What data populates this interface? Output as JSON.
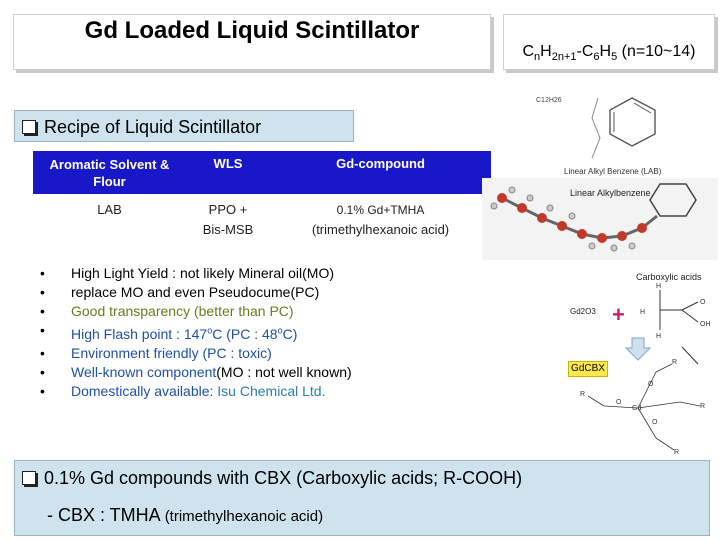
{
  "title": "Gd Loaded Liquid Scintillator",
  "formula": {
    "part1": "C",
    "sub1": "n",
    "part2": "H",
    "sub2": "2n+1",
    "part3": "-C",
    "sub3": "6",
    "part4": "H",
    "sub4": "5",
    "part5": " (n=10~14)"
  },
  "recipe_heading": "Recipe of Liquid Scintillator",
  "table": {
    "headers": [
      "Aromatic Solvent & Flour",
      "WLS",
      "Gd-compound"
    ],
    "row": {
      "solvent": "LAB",
      "wls_line1": "PPO +",
      "wls_line2": "Bis-MSB",
      "gd_line1": "0.1%  Gd+TMHA",
      "gd_line2": "(trimethylhexanoic acid)"
    }
  },
  "bullets": {
    "b1": "High Light Yield : not likely Mineral oil(MO)",
    "b2": "replace MO and even Pseudocume(PC)",
    "b3a": "Good transparency ",
    "b3b": " (better than PC)",
    "b4a": "High Flash point : 147",
    "b4b": "o",
    "b4c": "C  (PC : 48",
    "b4d": "o",
    "b4e": "C)",
    "b5a": "Environment friendly ",
    "b5b": " (PC : toxic)",
    "b6a": "Well-known component",
    "b6b": "(MO : not well known)",
    "b7a": "Domestically available: ",
    "b7b": "Isu Chemical Ltd."
  },
  "figure_labels": {
    "lab_formula": "C12H26",
    "lab_caption": "Linear Alkyl Benzene (LAB)",
    "model_caption": "Linear Alkylbenzene",
    "carboxylic": "Carboxylic acids",
    "gd2o3": "Gd2O3",
    "gdcbx": "GdCBX"
  },
  "bottom": {
    "line1": "0.1% Gd compounds with CBX (Carboxylic acids; R-COOH)",
    "line2a": "- CBX :  TMHA ",
    "line2b": "(trimethylhexanoic acid)"
  }
}
